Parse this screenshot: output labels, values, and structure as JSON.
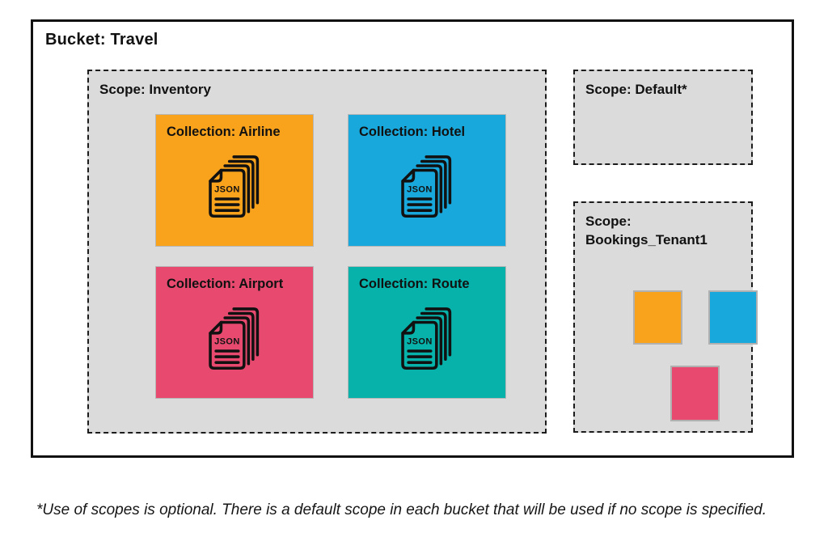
{
  "bucket": {
    "title": "Bucket: Travel"
  },
  "scopes": {
    "inventory": {
      "title": "Scope: Inventory"
    },
    "default_scope": {
      "title": "Scope: Default*"
    },
    "bookings": {
      "title": "Scope: Bookings_Tenant1"
    }
  },
  "collections": [
    {
      "label": "Collection: Airline",
      "color": "#F9A21C"
    },
    {
      "label": "Collection: Hotel",
      "color": "#18A8DC"
    },
    {
      "label": "Collection: Airport",
      "color": "#E84A6F"
    },
    {
      "label": "Collection: Route",
      "color": "#06B2AA"
    }
  ],
  "bookings_squares": [
    {
      "name": "airline-square",
      "color": "#F9A21C"
    },
    {
      "name": "hotel-square",
      "color": "#18A8DC"
    },
    {
      "name": "airport-square",
      "color": "#E84A6F"
    }
  ],
  "icon": {
    "json_label": "JSON"
  },
  "footnote": "*Use of scopes is optional. There is a default scope in each bucket that will be used if no scope is specified.",
  "colors": {
    "scope_background": "#DBDBDB",
    "border": "#111111",
    "page_background": "#FFFFFF"
  }
}
